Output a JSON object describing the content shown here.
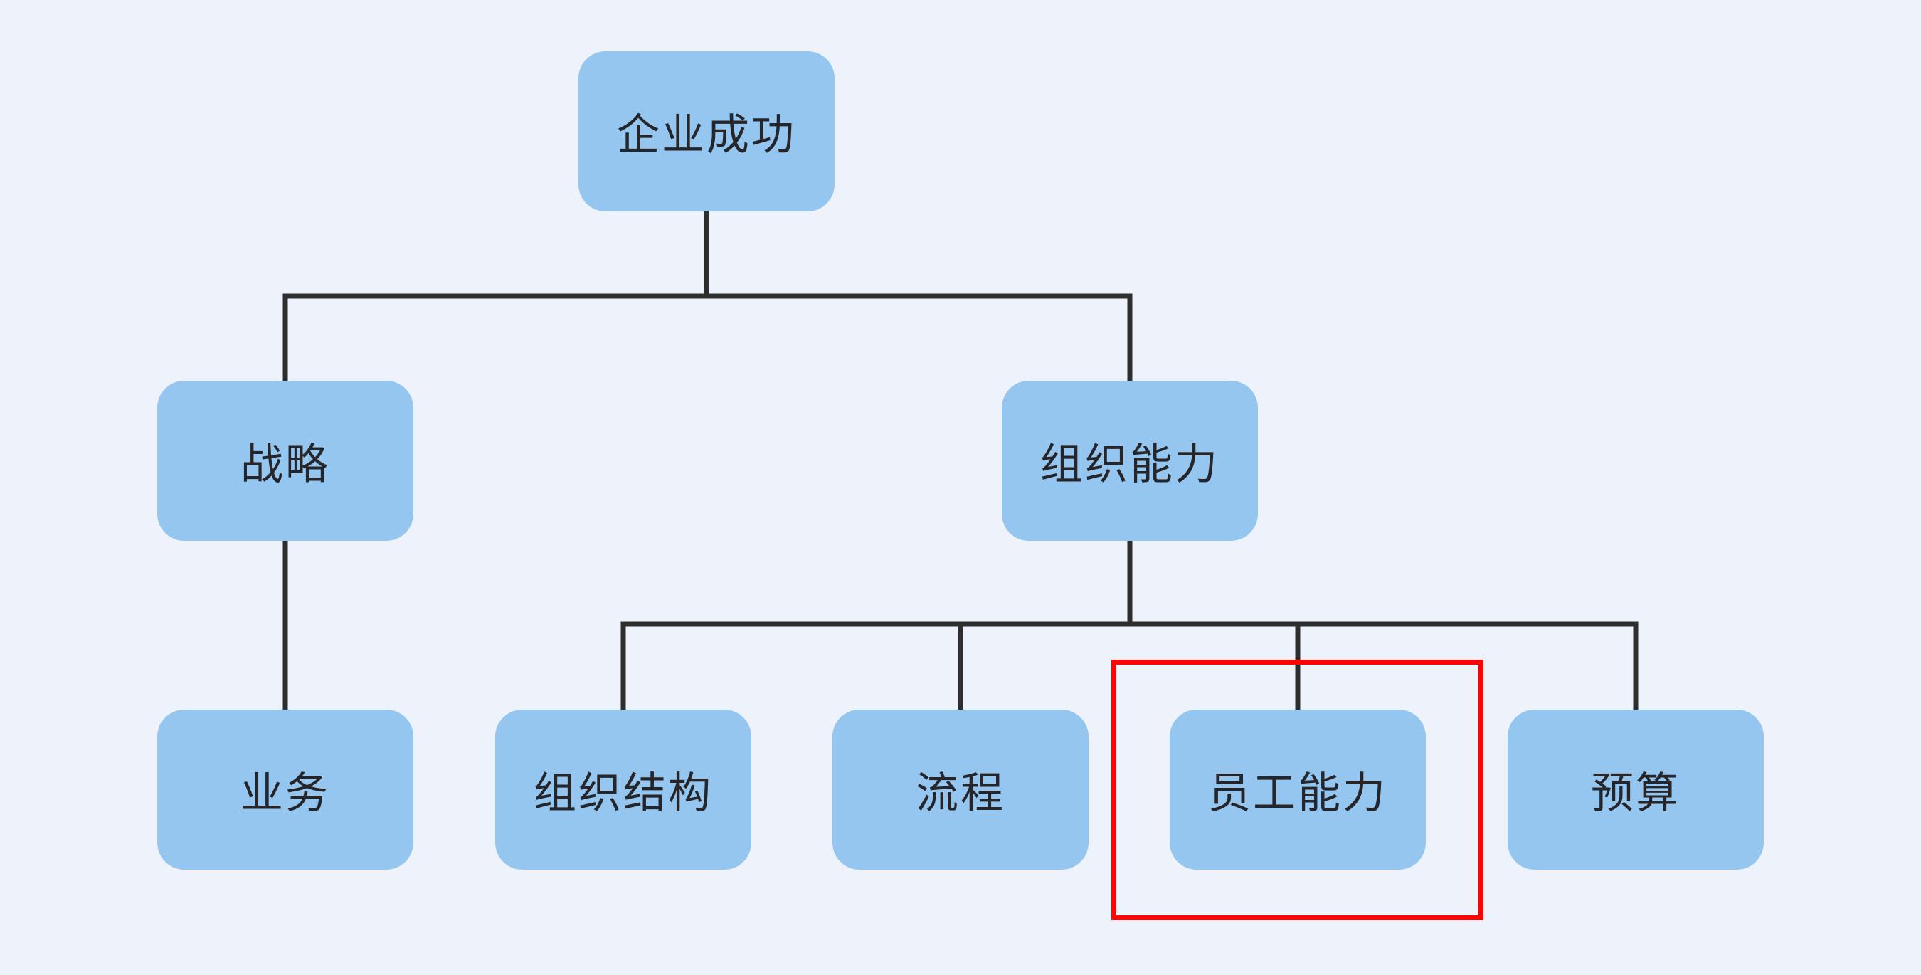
{
  "colors": {
    "background": "#eef3fb",
    "node-fill": "#94c6ef",
    "node-text": "#26262a",
    "connector": "#2e2e2e",
    "highlight": "#fb0505"
  },
  "diagram": {
    "type": "tree",
    "nodes": [
      {
        "id": "enterprise-success",
        "label": "企业成功",
        "level": 1,
        "parent": null,
        "highlighted": false
      },
      {
        "id": "strategy",
        "label": "战略",
        "level": 2,
        "parent": "enterprise-success",
        "highlighted": false
      },
      {
        "id": "org-capability",
        "label": "组织能力",
        "level": 2,
        "parent": "enterprise-success",
        "highlighted": false
      },
      {
        "id": "business",
        "label": "业务",
        "level": 3,
        "parent": "strategy",
        "highlighted": false
      },
      {
        "id": "org-structure",
        "label": "组织结构",
        "level": 3,
        "parent": "org-capability",
        "highlighted": false
      },
      {
        "id": "process",
        "label": "流程",
        "level": 3,
        "parent": "org-capability",
        "highlighted": false
      },
      {
        "id": "employee-capability",
        "label": "员工能力",
        "level": 3,
        "parent": "org-capability",
        "highlighted": true
      },
      {
        "id": "budget",
        "label": "预算",
        "level": 3,
        "parent": "org-capability",
        "highlighted": false
      }
    ],
    "edges": [
      {
        "from": "enterprise-success",
        "to": "strategy"
      },
      {
        "from": "enterprise-success",
        "to": "org-capability"
      },
      {
        "from": "strategy",
        "to": "business"
      },
      {
        "from": "org-capability",
        "to": "org-structure"
      },
      {
        "from": "org-capability",
        "to": "process"
      },
      {
        "from": "org-capability",
        "to": "employee-capability"
      },
      {
        "from": "org-capability",
        "to": "budget"
      }
    ],
    "highlighted_node": "employee-capability"
  }
}
